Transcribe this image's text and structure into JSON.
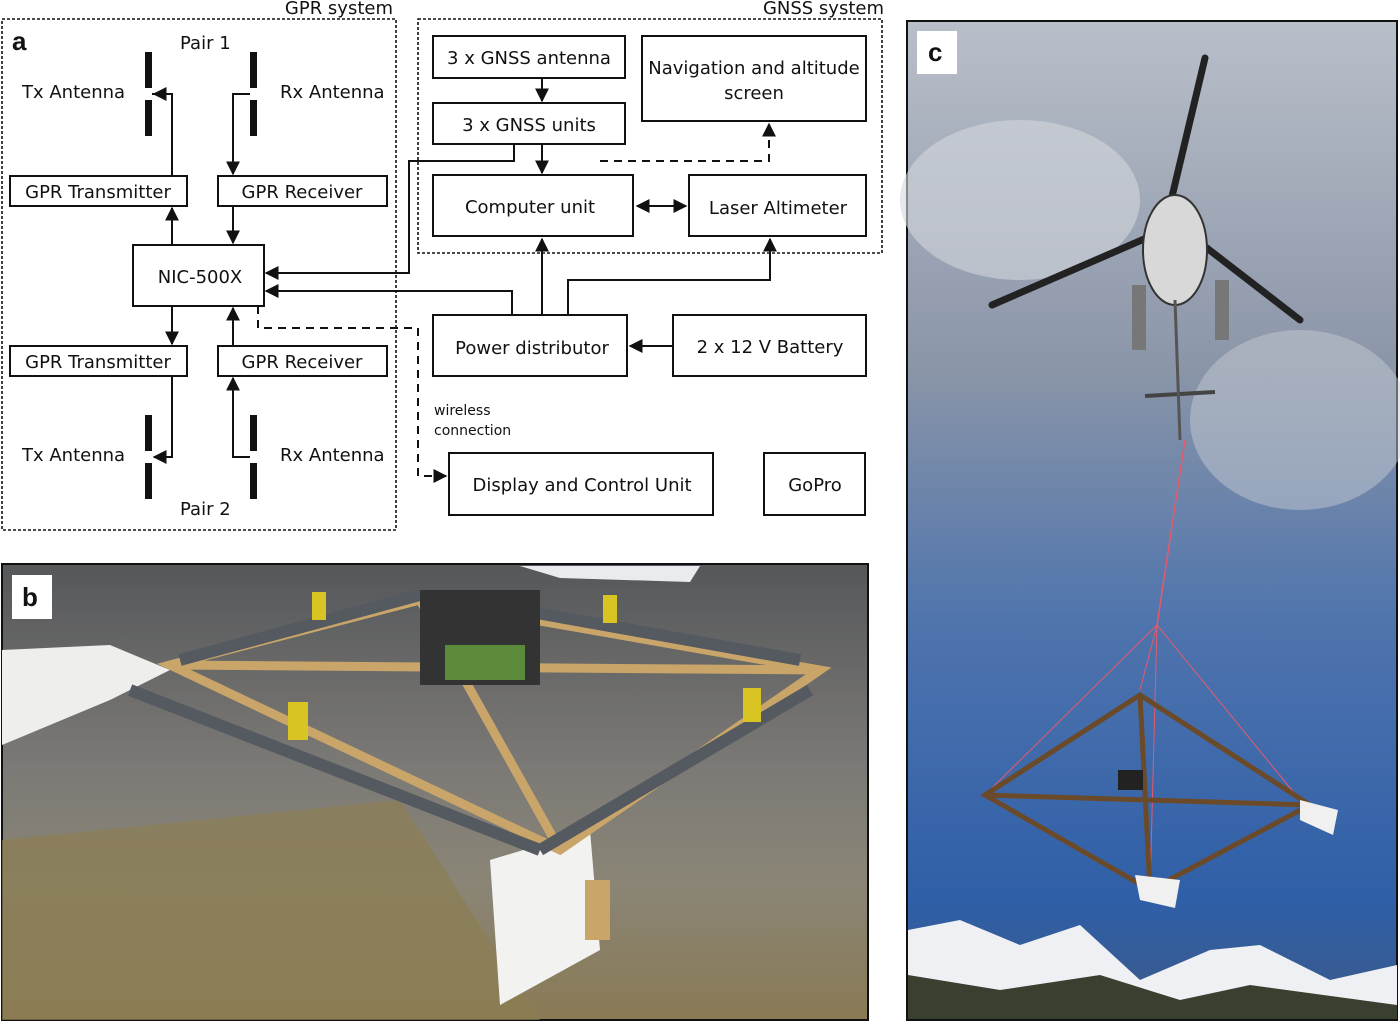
{
  "panels": {
    "a": "a",
    "b": "b",
    "c": "c"
  },
  "gpr_system": {
    "title": "GPR system",
    "pair1": "Pair 1",
    "pair2": "Pair 2",
    "tx_antenna": "Tx Antenna",
    "rx_antenna": "Rx Antenna",
    "gpr_transmitter": "GPR Transmitter",
    "gpr_receiver": "GPR Receiver",
    "controller": "NIC-500X"
  },
  "gnss_system": {
    "title": "GNSS system",
    "antenna": "3 x GNSS antenna",
    "units": "3 x GNSS units",
    "nav_screen_line1": "Navigation and altitude",
    "nav_screen_line2": "screen",
    "computer": "Computer unit",
    "laser": "Laser Altimeter"
  },
  "other": {
    "power": "Power distributor",
    "battery": "2 x 12 V Battery",
    "wireless_line1": "wireless",
    "wireless_line2": "connection",
    "display": "Display and Control Unit",
    "gopro": "GoPro"
  }
}
